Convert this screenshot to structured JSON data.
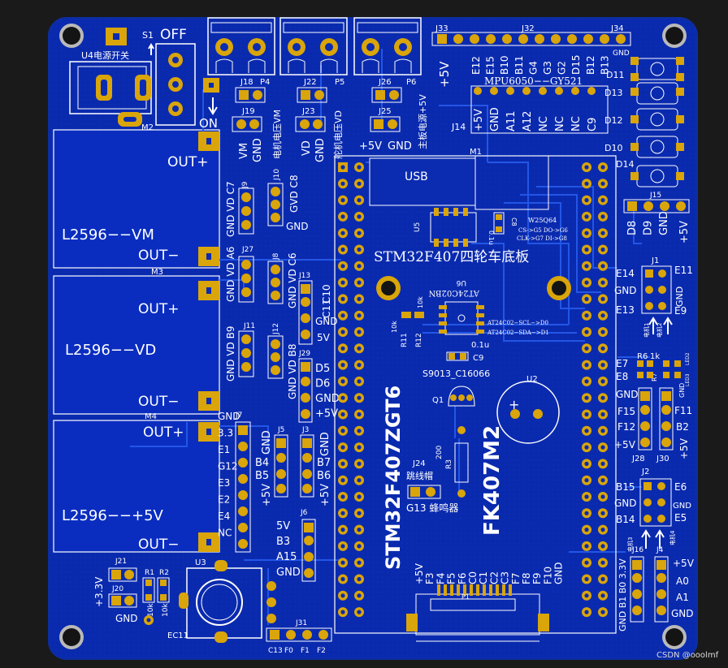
{
  "board": {
    "title_cn": "STM32F407四轮车底板",
    "mcu_vertical": "STM32F407ZGT6",
    "module_vertical": "FK407M2",
    "usb_label": "USB",
    "m1": "M1",
    "watermark": "CSDN @ooolmf"
  },
  "power": {
    "s1": "S1",
    "off": "OFF",
    "on": "ON",
    "u4": "U4电源开关",
    "m2": "M2",
    "m3": "M3",
    "m4": "M4",
    "out_plus": "OUT+",
    "out_minus": "OUT−",
    "reg_vm": "L2596−−VM",
    "reg_vd": "L2596−−VD",
    "reg_5v": "L2596−−+5V"
  },
  "rails": {
    "j18": "J18",
    "p4": "P4",
    "j19": "J19",
    "vm_label": "电机电压VM",
    "vm": "VM",
    "gnd": "GND",
    "j22": "J22",
    "p5": "P5",
    "j23": "J23",
    "vd_label": "舵机电压VD",
    "vd": "VD",
    "j26": "J26",
    "p6": "P6",
    "j25": "J25",
    "p5v_label": "主板电源+5V",
    "p5v": "+5V"
  },
  "top_header": {
    "j33": "J33",
    "j32": "J32",
    "j34": "J34",
    "p5v": "+5V",
    "pins": [
      "E12",
      "E15",
      "B10",
      "B11",
      "G4",
      "G3",
      "G2",
      "D15",
      "B12",
      "B13"
    ],
    "gnd": "GND",
    "mpu": "MPU6050−−GY521",
    "j14": "J14",
    "j14_pins": [
      "+5V",
      "GND",
      "A11",
      "A12",
      "NC",
      "NC",
      "NC",
      "C9"
    ]
  },
  "right_side": {
    "d11": "D11",
    "d13": "D13",
    "d12": "D12",
    "d10": "D10",
    "d14": "D14",
    "j15": "J15",
    "j15_pins": [
      "D8",
      "D9",
      "GND",
      "+5V"
    ],
    "j1": "J1",
    "e14": "E14",
    "e11": "E11",
    "gnd": "GND",
    "e13": "E13",
    "e9": "E9",
    "motor1": "电机1",
    "motor2": "电机2",
    "e7": "E7",
    "e8": "E8",
    "r6": "R6",
    "r7": "R7",
    "r1k": "1k",
    "led3": "LED3",
    "led2": "LED2",
    "f15": "F15",
    "f11": "F11",
    "f12": "F12",
    "b2": "B2",
    "p5v": "+5V",
    "j28": "J28",
    "j30": "J30",
    "j2": "J2",
    "b15": "B15",
    "e6": "E6",
    "b14": "B14",
    "e5": "E5",
    "motor3": "电机3",
    "motor4": "电机4",
    "j16": "J16",
    "j4": "J4",
    "j16_label": "GND B1 B0 3.3V",
    "a0": "A0",
    "a1": "A1"
  },
  "left_headers": {
    "j9": "J9",
    "j9_label": "GND VD C7",
    "j10": "J10",
    "j10_label": "GVD C8",
    "j27": "J27",
    "j27_label": "GND VD A6",
    "j8": "J8",
    "j8_label": "GND VD C6",
    "j11": "J11",
    "j11_label": "GND VD B9",
    "j12": "J12",
    "j12_label": "GND VD B8",
    "j13": "J13",
    "j13_pins": [
      "C10",
      "C11",
      "GND",
      "5V"
    ],
    "j29": "J29",
    "j29_pins": [
      "D5",
      "D6",
      "GND",
      "+5V"
    ],
    "j7": "J7",
    "j7_pins": [
      "GND",
      "3.3",
      "E1",
      "G12",
      "E3",
      "E2",
      "E4",
      "NC"
    ],
    "j5": "J5",
    "j5_pins": [
      "GND",
      "B4",
      "B5",
      "+5V"
    ],
    "j3": "J3",
    "j3_pins": [
      "GND",
      "B7",
      "B6",
      "+5V"
    ],
    "j6": "J6",
    "j6_pins": [
      "5V",
      "B3",
      "A15",
      "GND"
    ],
    "j21": "J21",
    "j20": "J20",
    "p33v": "+3.3V",
    "gnd": "GND",
    "r1": "R1",
    "r2": "R2",
    "r10k": "10k",
    "u3": "U3",
    "ec11": "EC11",
    "j31": "J31",
    "j31_pins": [
      "C13",
      "F0",
      "F1",
      "F2"
    ]
  },
  "center": {
    "u5": "U5",
    "u1": "0.1u",
    "c8": "C8",
    "w25": "W25Q64",
    "w25_pins": "CS->G5  DO->G6",
    "w25_pins2": "CLK->G7  DI->G8",
    "u6": "U6",
    "at24": "AT24C02BN",
    "at_scl": "AT24C02−SCL−>D0",
    "at_sda": "AT24C02−SDA−>D1",
    "r11": "R11",
    "r12": "R12",
    "r10k": "10k",
    "c9": "C9",
    "c01u": "0.1u",
    "q_label": "S9013_C16066",
    "q1": "Q1",
    "u2": "U2",
    "plus": "+",
    "r3": "R3",
    "r200": "200",
    "j24": "J24",
    "jumper": "跳线帽",
    "buzzer": "G13 蜂鸣器",
    "bottom_pins": [
      "+5V",
      "F3",
      "F4",
      "F5",
      "F6",
      "C0",
      "C1",
      "C2",
      "C3",
      "F7",
      "F8",
      "F9",
      "F10",
      "GND"
    ],
    "p1": "P1"
  },
  "colors": {
    "board": "#0b2bb0",
    "board_dark": "#071f8f",
    "trace": "#1f4fd8",
    "copper": "#d9a50a",
    "silk": "#ffffff"
  }
}
